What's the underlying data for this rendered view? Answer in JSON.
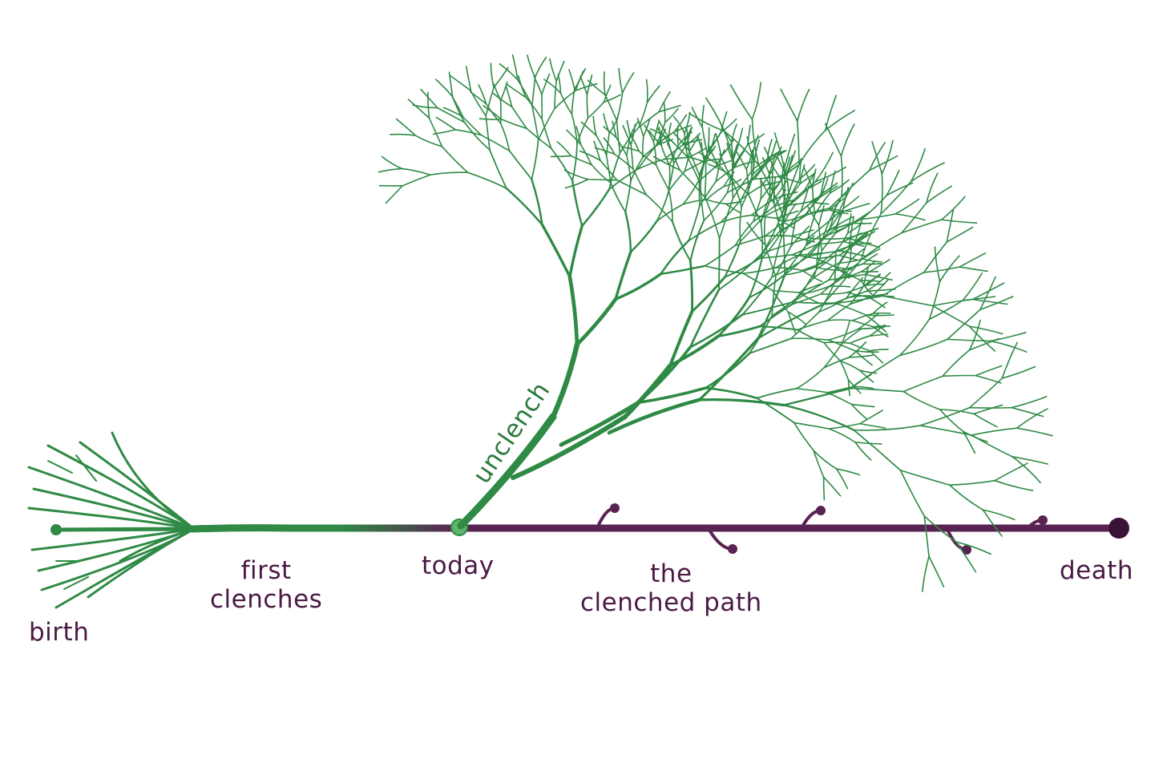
{
  "labels": {
    "birth": "birth",
    "first_line1": "first",
    "first_line2": "clenches",
    "today": "today",
    "path_line1": "the",
    "path_line2": "clenched path",
    "death": "death",
    "unclench": "unclench"
  },
  "colors": {
    "clenched": "#5a2252",
    "growth": "#2f8a45",
    "growth_dark": "#1f6a33",
    "text": "#4a1a44",
    "unclench_text": "#2b7a3c"
  }
}
